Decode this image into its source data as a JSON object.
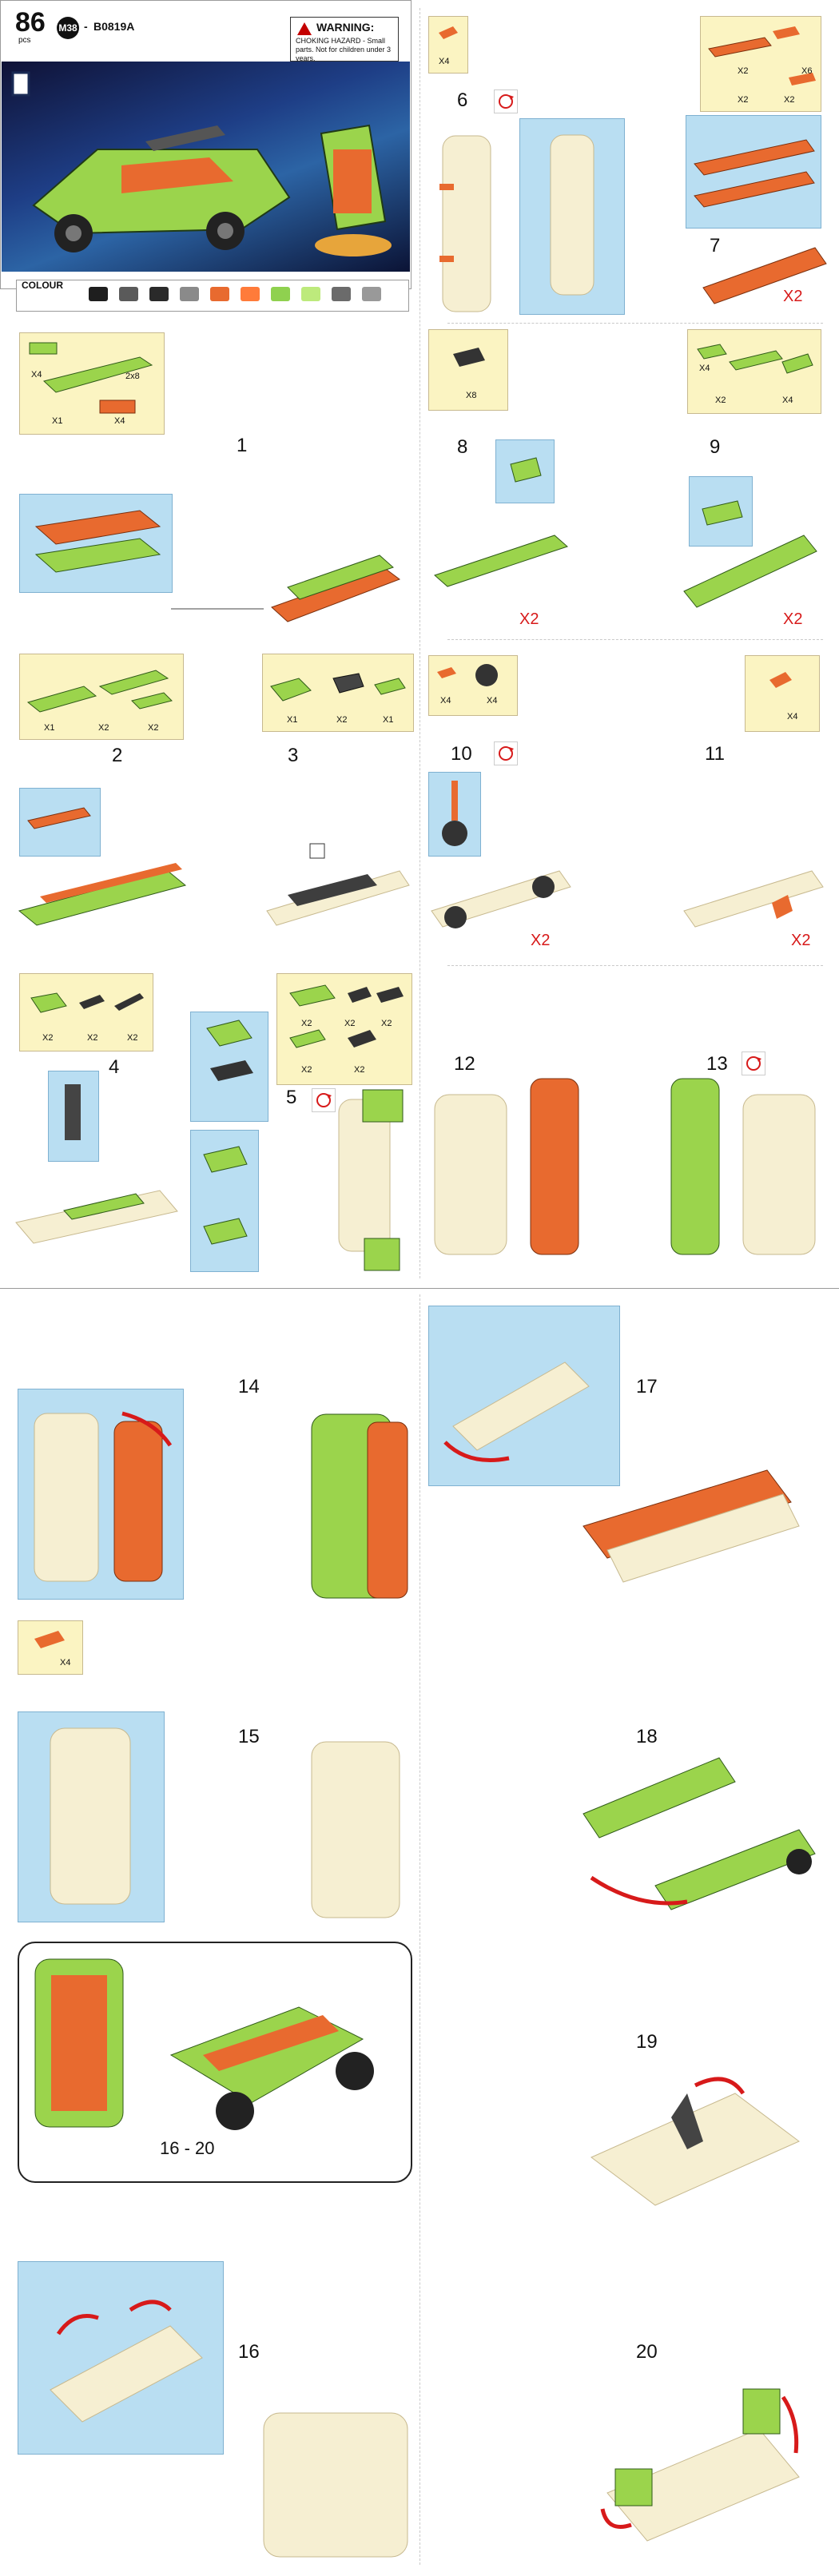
{
  "cover": {
    "pieces": "86",
    "pieces_unit": "pcs",
    "model_badge": "M38",
    "separator": "-",
    "set_number": "B0819A",
    "warning_title": "WARNING:",
    "warning_text": "CHOKING HAZARD - Small parts. Not for children under 3 years.",
    "colour_label": "COLOUR",
    "colours": [
      "#1e1e1e",
      "#5a5a5a",
      "#2a2a2a",
      "#8a8a8a",
      "#e86a2f",
      "#ff7b3a",
      "#8fd14f",
      "#bdea7c",
      "#6b6b6b",
      "#999999"
    ]
  },
  "steps": {
    "s1": "1",
    "s2": "2",
    "s3": "3",
    "s4": "4",
    "s5": "5",
    "s6": "6",
    "s7": "7",
    "s8": "8",
    "s9": "9",
    "s10": "10",
    "s11": "11",
    "s12": "12",
    "s13": "13",
    "s14": "14",
    "s15": "15",
    "s16": "16",
    "s17": "17",
    "s18": "18",
    "s19": "19",
    "s20": "20",
    "range": "16 - 20"
  },
  "quantities": {
    "x1": "X1",
    "x2": "X2",
    "x4": "X4",
    "x6": "X6",
    "x8": "X8",
    "x2red": "X2",
    "size_2x8": "2x8"
  }
}
